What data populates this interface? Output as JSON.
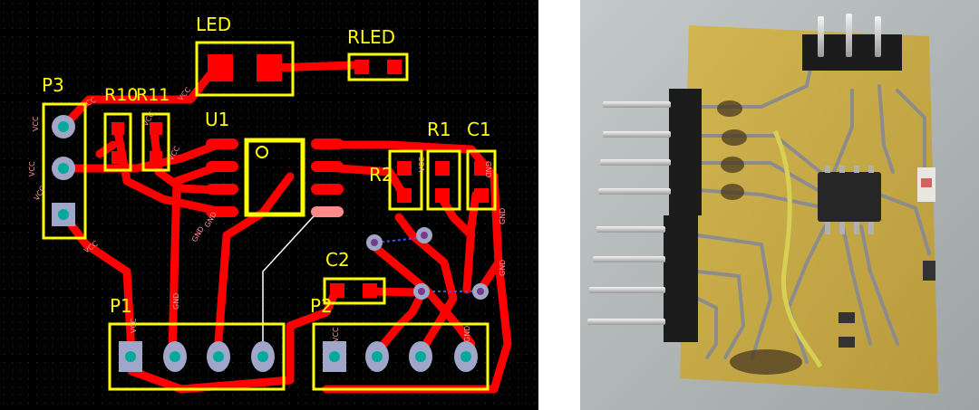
{
  "pcb_layout": {
    "colors": {
      "background": "#000000",
      "copper": "#ff0000",
      "silkscreen": "#ffff00",
      "via": "#9fa6c7",
      "drill": "#00a99d"
    },
    "components": {
      "led": "LED",
      "rled": "RLED",
      "p3": "P3",
      "r10": "R10",
      "r11": "R11",
      "u1": "U1",
      "r1": "R1",
      "c1": "C1",
      "r2": "R2",
      "c2": "C2",
      "p1": "P1",
      "p2": "P2"
    },
    "net_labels": {
      "vcc": "VCC",
      "gnd": "GND"
    }
  },
  "photo": {
    "board_color": "#c8ad4a",
    "header_pin_count_left": 8,
    "header_pin_count_top": 3
  }
}
